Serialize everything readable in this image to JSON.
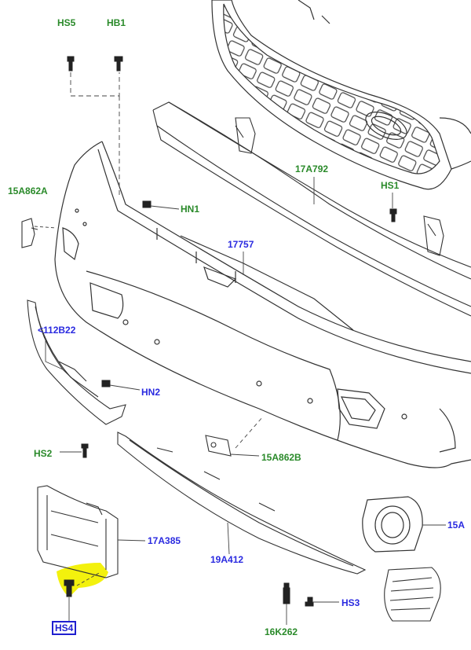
{
  "labels": {
    "hs5": "HS5",
    "hb1": "HB1",
    "p15a862a": "15A862A",
    "hn1": "HN1",
    "p17a792": "17A792",
    "hs1": "HS1",
    "p17757": "17757",
    "p112b22": "<112B22",
    "hn2": "HN2",
    "hs2": "HS2",
    "p15a862b": "15A862B",
    "p15a_cut": "15A",
    "p17a385": "17A385",
    "p19a412": "19A412",
    "hs3": "HS3",
    "hs4": "HS4",
    "p16k262": "16K262"
  },
  "colors": {
    "green_label": "#2a8a2a",
    "blue_label": "#2a2ae0",
    "highlight": "#f2f000",
    "selected_box": "#1f1fd0",
    "line_art": "#333333"
  }
}
